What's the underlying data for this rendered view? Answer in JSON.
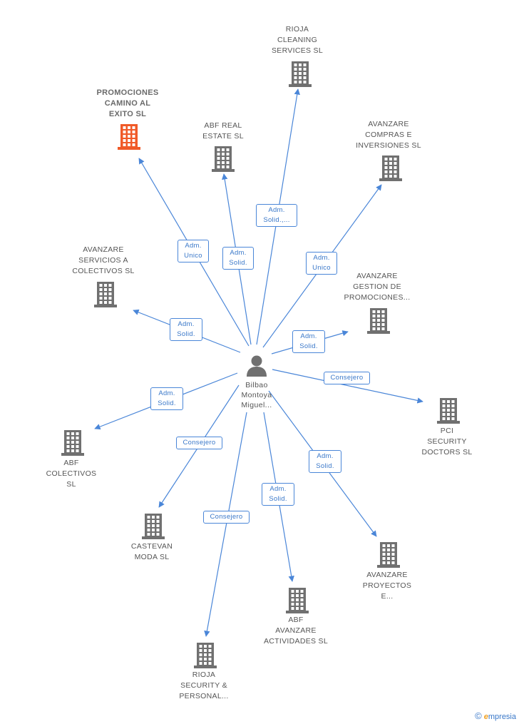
{
  "center": {
    "name": [
      "Bilbao",
      "Montoya",
      "Miguel..."
    ],
    "icon": "person-icon"
  },
  "nodes": [
    {
      "id": "promociones-camino",
      "label": [
        "PROMOCIONES",
        "CAMINO AL",
        "EXITO SL"
      ],
      "highlight": true,
      "color": "#f05a28"
    },
    {
      "id": "abf-real-estate",
      "label": [
        "ABF REAL",
        "ESTATE SL"
      ]
    },
    {
      "id": "rioja-cleaning",
      "label": [
        "RIOJA",
        "CLEANING",
        "SERVICES SL"
      ]
    },
    {
      "id": "avanzare-compras",
      "label": [
        "AVANZARE",
        "COMPRAS E",
        "INVERSIONES SL"
      ]
    },
    {
      "id": "avanzare-servicios",
      "label": [
        "AVANZARE",
        "SERVICIOS A",
        "COLECTIVOS SL"
      ]
    },
    {
      "id": "avanzare-gestion",
      "label": [
        "AVANZARE",
        "GESTION DE",
        "PROMOCIONES..."
      ]
    },
    {
      "id": "pci-security",
      "label": [
        "PCI",
        "SECURITY",
        "DOCTORS SL"
      ]
    },
    {
      "id": "abf-colectivos",
      "label": [
        "ABF",
        "COLECTIVOS",
        "SL"
      ]
    },
    {
      "id": "castevan-moda",
      "label": [
        "CASTEVAN",
        "MODA SL"
      ]
    },
    {
      "id": "avanzare-proyectos",
      "label": [
        "AVANZARE",
        "PROYECTOS",
        "E..."
      ]
    },
    {
      "id": "abf-avanzare",
      "label": [
        "ABF",
        "AVANZARE",
        "ACTIVIDADES SL"
      ]
    },
    {
      "id": "rioja-security",
      "label": [
        "RIOJA",
        "SECURITY &",
        "PERSONAL..."
      ]
    }
  ],
  "edges": [
    {
      "to": "promociones-camino",
      "label": [
        "Adm.",
        "Unico"
      ]
    },
    {
      "to": "abf-real-estate",
      "label": [
        "Adm.",
        "Solid."
      ]
    },
    {
      "to": "rioja-cleaning",
      "label": [
        "Adm.",
        "Solid.,..."
      ]
    },
    {
      "to": "avanzare-compras",
      "label": [
        "Adm.",
        "Unico"
      ]
    },
    {
      "to": "avanzare-servicios",
      "label": [
        "Adm.",
        "Solid."
      ]
    },
    {
      "to": "avanzare-gestion",
      "label": [
        "Adm.",
        "Solid."
      ]
    },
    {
      "to": "pci-security",
      "label": [
        "Consejero"
      ]
    },
    {
      "to": "abf-colectivos",
      "label": [
        "Adm.",
        "Solid."
      ]
    },
    {
      "to": "castevan-moda",
      "label": [
        "Consejero"
      ]
    },
    {
      "to": "avanzare-proyectos",
      "label": [
        "Adm.",
        "Solid."
      ]
    },
    {
      "to": "abf-avanzare",
      "label": [
        "Adm.",
        "Solid."
      ]
    },
    {
      "to": "rioja-security",
      "label": [
        "Consejero"
      ]
    }
  ],
  "colors": {
    "edge": "#4a86d8",
    "building": "#707070",
    "highlight": "#f05a28"
  },
  "footer": {
    "copyright": "©",
    "brand_initial": "e",
    "brand_rest": "mpresia"
  }
}
